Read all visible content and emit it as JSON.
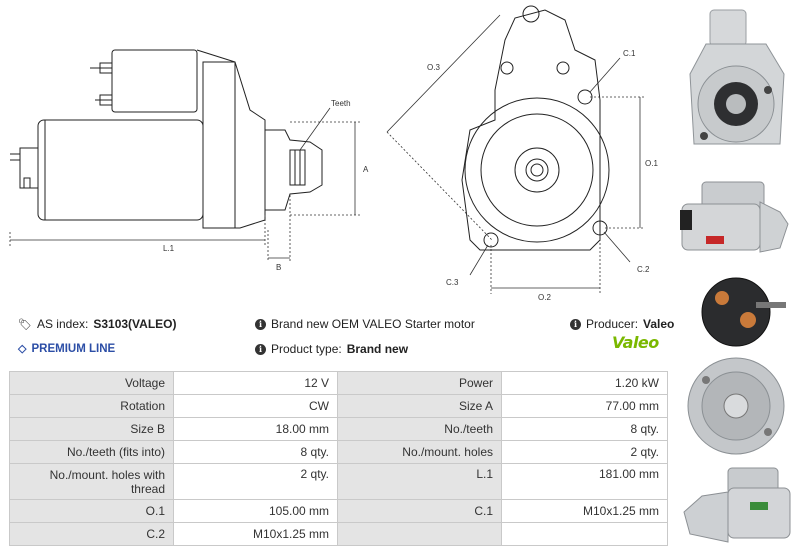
{
  "drawing": {
    "labels": {
      "teeth": "Teeth",
      "a": "A",
      "b": "B",
      "l1": "L.1",
      "o3": "O.3",
      "c1": "C.1",
      "o1": "O.1",
      "c3": "C.3",
      "c2": "C.2",
      "o2": "O.2"
    }
  },
  "info": {
    "as_index_label": "AS index:",
    "as_index_value": "S3103(VALEO)",
    "description": "Brand new OEM VALEO Starter motor",
    "producer_label": "Producer:",
    "producer_value": "Valeo",
    "premium_line": "PREMIUM LINE",
    "product_type_label": "Product type:",
    "product_type_value": "Brand new",
    "logo_text": "Valeo"
  },
  "specs": [
    {
      "l1": "Voltage",
      "v1": "12 V",
      "l2": "Power",
      "v2": "1.20 kW"
    },
    {
      "l1": "Rotation",
      "v1": "CW",
      "l2": "Size A",
      "v2": "77.00 mm"
    },
    {
      "l1": "Size B",
      "v1": "18.00 mm",
      "l2": "No./teeth",
      "v2": "8 qty."
    },
    {
      "l1": "No./teeth (fits into)",
      "v1": "8 qty.",
      "l2": "No./mount. holes",
      "v2": "2 qty."
    },
    {
      "l1": "No./mount. holes with thread",
      "v1": "2 qty.",
      "l2": "L.1",
      "v2": "181.00 mm"
    },
    {
      "l1": "O.1",
      "v1": "105.00 mm",
      "l2": "C.1",
      "v2": "M10x1.25 mm"
    },
    {
      "l1": "C.2",
      "v1": "M10x1.25 mm",
      "l2": "",
      "v2": ""
    }
  ]
}
